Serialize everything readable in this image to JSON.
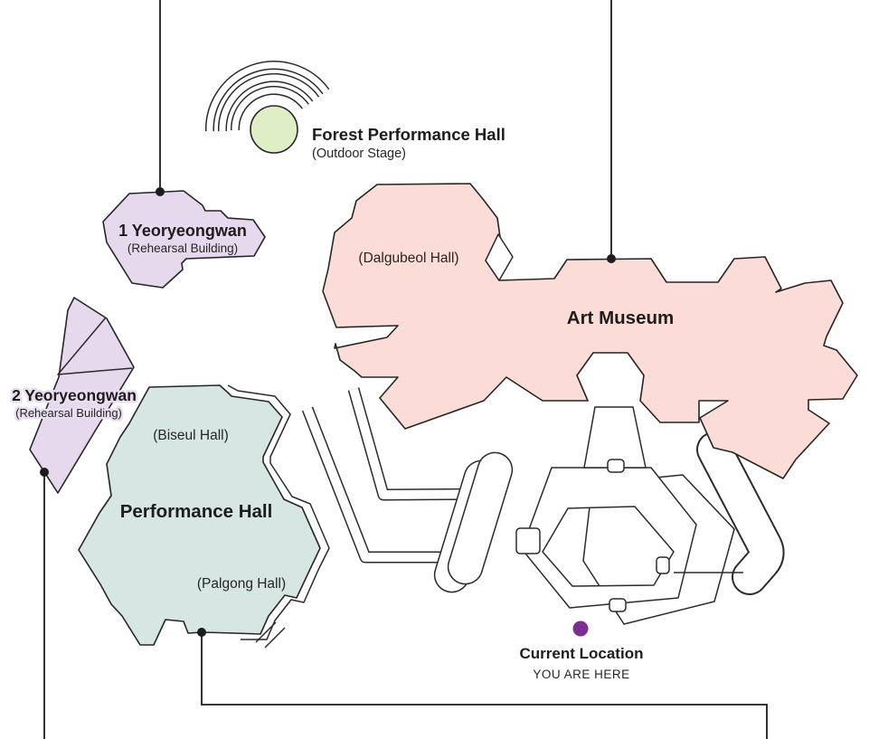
{
  "buildings": {
    "forest_hall": {
      "name": "Forest Performance Hall",
      "subtitle": "(Outdoor Stage)"
    },
    "yeoryeongwan_1": {
      "name": "1 Yeoryeongwan",
      "subtitle": "(Rehearsal Building)"
    },
    "yeoryeongwan_2": {
      "name": "2 Yeoryeongwan",
      "subtitle": "(Rehearsal Building)"
    },
    "art_museum": {
      "name": "Art Museum",
      "subtitle": "(Dalgubeol Hall)"
    },
    "performance_hall": {
      "name": "Performance Hall",
      "subtitle_upper": "(Biseul Hall)",
      "subtitle_lower": "(Palgong Hall)"
    }
  },
  "marker": {
    "label": "Current Location",
    "sublabel": "YOU ARE HERE"
  },
  "colors": {
    "lavender": "#e6d9ee",
    "pink": "#fbdcd6",
    "teal": "#d6e6e3",
    "green": "#e0eec6",
    "purple": "#7b2f92",
    "ink": "#1d1d1d"
  }
}
